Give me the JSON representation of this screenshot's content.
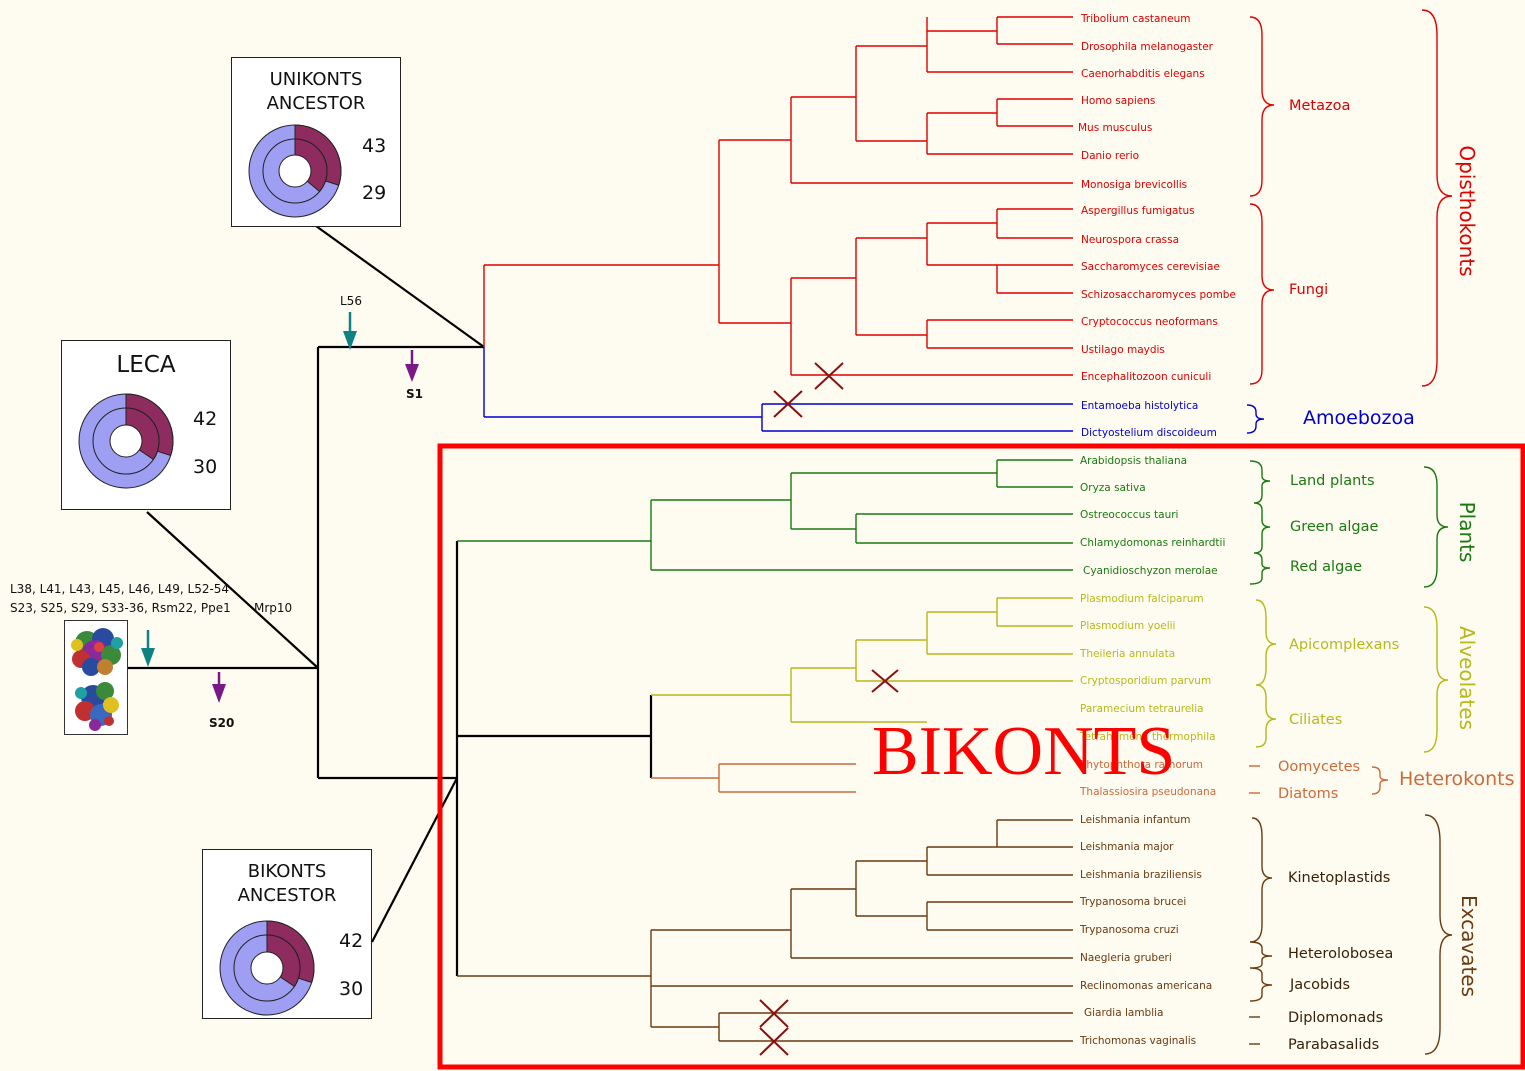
{
  "colors": {
    "opisthokonts": "#e00000",
    "amoebozoa": "#0000cc",
    "plants": "#1a7a10",
    "alveolates": "#b8b81a",
    "heterokonts": "#cc6a3a",
    "excavates": "#6b3a10",
    "backbone": "#000000",
    "donut_light": "#9e9ef2",
    "donut_dark": "#8e2c60",
    "arrow_teal": "#0e8282",
    "arrow_purple": "#7a1888",
    "bikonts_frame": "#ff0000"
  },
  "ancestors": {
    "unikonts": {
      "title_line1": "UNIKONTS",
      "title_line2": "ANCESTOR",
      "top_value": "43",
      "bottom_value": "29"
    },
    "leca": {
      "title": "LECA",
      "top_value": "42",
      "bottom_value": "30"
    },
    "bikonts": {
      "title_line1": "BIKONTS",
      "title_line2": "ANCESTOR",
      "top_value": "42",
      "bottom_value": "30"
    }
  },
  "proteins": {
    "line1": "L38, L41, L43, L45, L46, L49, L52-54",
    "line2": "S23, S25, S29, S33-36, Rsm22, Ppe1",
    "mrp": "Mrp10"
  },
  "events": {
    "l56": "L56",
    "s1": "S1",
    "s20": "S20"
  },
  "species": {
    "tribolium": "Tribolium castaneum",
    "drosophila": "Drosophila melanogaster",
    "caenorhabditis": "Caenorhabditis elegans",
    "homo": "Homo sapiens",
    "mus": "Mus musculus",
    "danio": "Danio rerio",
    "monosiga": "Monosiga brevicollis",
    "aspergillus": "Aspergillus fumigatus",
    "neurospora": "Neurospora crassa",
    "saccharomyces": "Saccharomyces cerevisiae",
    "schizo": "Schizosaccharomyces pombe",
    "cryptococcus": "Cryptococcus neoformans",
    "ustilago": "Ustilago maydis",
    "encephalitozoon": "Encephalitozoon cuniculi",
    "entamoeba": "Entamoeba histolytica",
    "dictyostelium": "Dictyostelium discoideum",
    "arabidopsis": "Arabidopsis thaliana",
    "oryza": "Oryza sativa",
    "ostreococcus": "Ostreococcus tauri",
    "chlamydomonas": "Chlamydomonas reinhardtii",
    "cyanidioschyzon": "Cyanidioschyzon merolae",
    "pfalciparum": "Plasmodium falciparum",
    "pyoelii": "Plasmodium yoelii",
    "theileria": "Theileria annulata",
    "cryptosporidium": "Cryptosporidium parvum",
    "paramecium": "Paramecium tetraurelia",
    "tetrahymena": "Tetrahymena thermophila",
    "phytophthora": "Phytophthora ramorum",
    "thalassiosira": "Thalassiosira pseudonana",
    "linfantum": "Leishmania infantum",
    "lmajor": "Leishmania major",
    "lbraziliensis": "Leishmania braziliensis",
    "tbrucei": "Trypanosoma brucei",
    "tcruzi": "Trypanosoma cruzi",
    "naegleria": "Naegleria gruberi",
    "reclinomonas": "Reclinomonas americana",
    "giardia": "Giardia lamblia",
    "trichomonas": "Trichomonas vaginalis"
  },
  "groups": {
    "metazoa": "Metazoa",
    "fungi": "Fungi",
    "opisthokonts": "Opisthokonts",
    "amoebozoa": "Amoebozoa",
    "land_plants": "Land plants",
    "green_algae": "Green algae",
    "red_algae": "Red algae",
    "plants": "Plants",
    "apicomplexans": "Apicomplexans",
    "ciliates": "Ciliates",
    "alveolates": "Alveolates",
    "oomycetes": "Oomycetes",
    "diatoms": "Diatoms",
    "heterokonts": "Heterokonts",
    "kinetoplastids": "Kinetoplastids",
    "heterolobosea": "Heterolobosea",
    "jacobids": "Jacobids",
    "diplomonads": "Diplomonads",
    "parabasalids": "Parabasalids",
    "excavates": "Excavates"
  },
  "overlay": {
    "bikonts": "BIKONTS"
  }
}
